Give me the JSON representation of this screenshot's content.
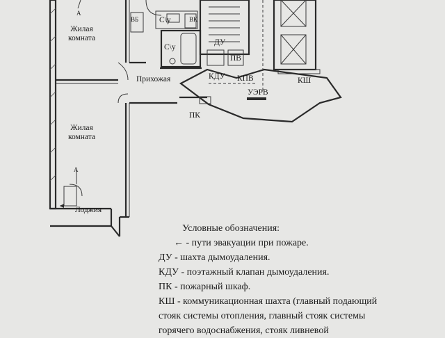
{
  "plan": {
    "rooms": {
      "living_top": [
        "Жилая",
        "комната"
      ],
      "living_bottom": [
        "Жилая",
        "комната"
      ],
      "hallway": "Прихожая",
      "loggia": "Лоджия",
      "bathroom_1": "С\\у",
      "bathroom_2": "С\\у"
    },
    "markers": {
      "vk": "ВК",
      "vs": "ВБ",
      "du": "ДУ",
      "pv": "ПВ",
      "kdu": "КДУ",
      "kpv": "КПВ",
      "uerv": "УЭРВ",
      "pk": "ПК",
      "ksh": "КШ",
      "section_a_top": "А",
      "section_a_bottom": "А"
    }
  },
  "legend": {
    "title": "Условные обозначения:",
    "items": [
      {
        "key": "←",
        "text": "- пути эвакуации при пожаре."
      },
      {
        "key": "ДУ",
        "text": "- шахта дымоудаления."
      },
      {
        "key": "КДУ",
        "text": "- поэтажный клапан дымоудаления."
      },
      {
        "key": "ПК",
        "text": "- пожарный шкаф."
      },
      {
        "key": "КШ",
        "text": "- коммуникационная шахта (главный подающий"
      }
    ],
    "continuation": [
      "стояк системы отопления, главный стояк системы",
      "горячего водоснабжения, стояк ливневой"
    ]
  }
}
